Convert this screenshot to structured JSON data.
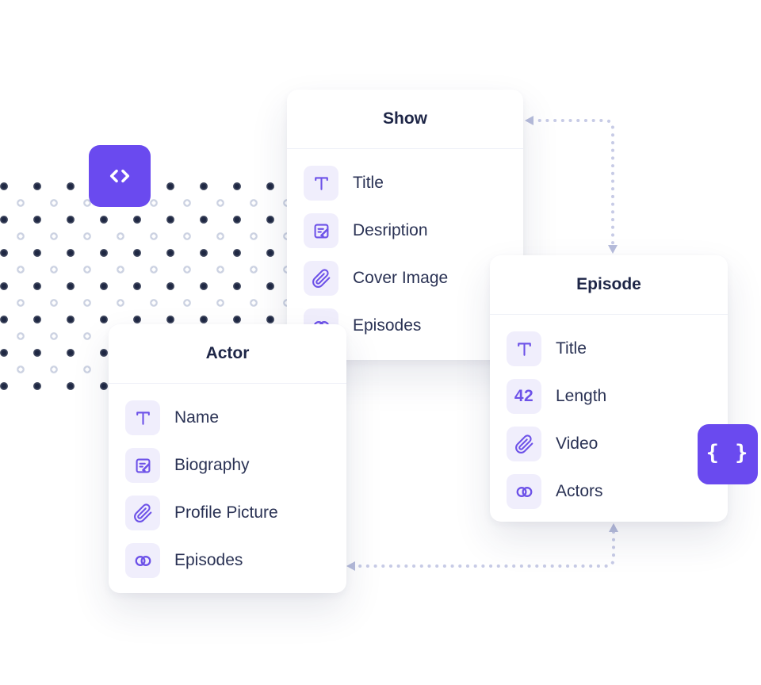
{
  "colors": {
    "accent_purple": "#6A4AEF",
    "icon_purple": "#6D52E8",
    "icon_tile_bg": "#F0EEFC",
    "card_title_text": "#1E2647",
    "field_label_text": "#2A3254",
    "connector": "#C7CBE6",
    "dot_dark": "#1F2843",
    "dot_light_ring": "#CCD2E2"
  },
  "cards": [
    {
      "title": "Show",
      "fields": [
        {
          "icon": "text-icon",
          "label": "Title"
        },
        {
          "icon": "richtext-icon",
          "label": "Desription"
        },
        {
          "icon": "attachment-icon",
          "label": "Cover Image"
        },
        {
          "icon": "relation-icon",
          "label": "Episodes"
        }
      ]
    },
    {
      "title": "Actor",
      "fields": [
        {
          "icon": "text-icon",
          "label": "Name"
        },
        {
          "icon": "richtext-icon",
          "label": "Biography"
        },
        {
          "icon": "attachment-icon",
          "label": "Profile Picture"
        },
        {
          "icon": "relation-icon",
          "label": "Episodes"
        }
      ]
    },
    {
      "title": "Episode",
      "fields": [
        {
          "icon": "text-icon",
          "label": "Title"
        },
        {
          "icon": "number-icon",
          "label": "Length",
          "icon_text": "42"
        },
        {
          "icon": "attachment-icon",
          "label": "Video"
        },
        {
          "icon": "relation-icon",
          "label": "Actors"
        }
      ]
    }
  ],
  "badges": [
    {
      "name": "code-badge",
      "icon": "code-icon"
    },
    {
      "name": "braces-badge",
      "icon": "braces-icon",
      "glyph": "{ }"
    }
  ]
}
